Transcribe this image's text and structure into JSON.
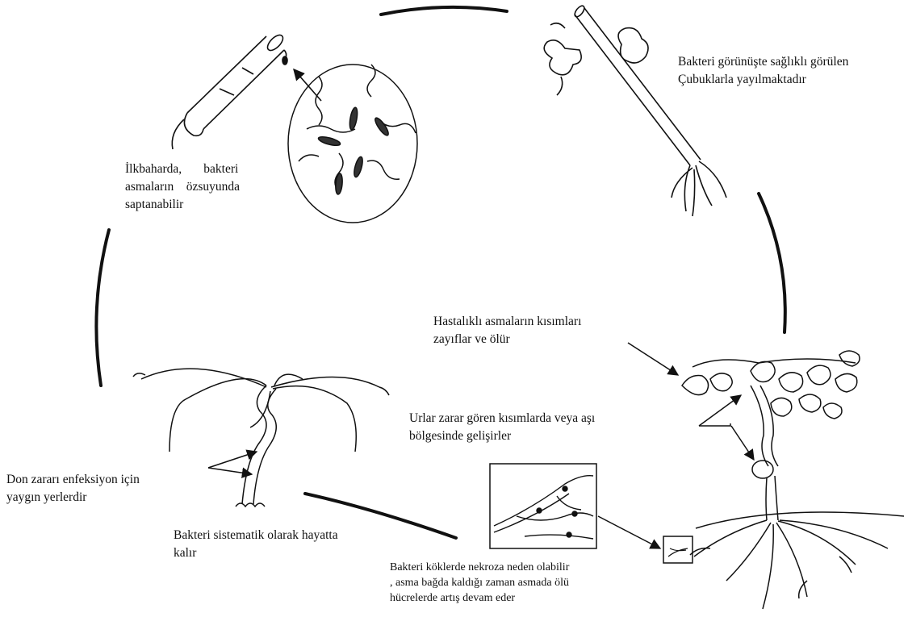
{
  "labels": {
    "spread": [
      "Bakteri görünüşte sağlıklı görülen",
      "Çubuklarla yayılmaktadır"
    ],
    "spring": [
      "İlkbaharda,       bakteri",
      "asmaların    özsuyunda",
      "saptanabilir"
    ],
    "weaken": [
      "Hastalıklı asmaların kısımları",
      "zayıflar ve ölür"
    ],
    "galls": [
      "Urlar zarar gören kısımlarda veya aşı",
      "bölgesinde gelişirler"
    ],
    "frost": [
      "Don zararı enfeksiyon için",
      "yaygın yerlerdir"
    ],
    "systemic": [
      "Bakteri sistematik olarak hayatta",
      "kalır"
    ],
    "necrosis": [
      "Bakteri köklerde nekroza neden olabilir",
      ", asma bağda kaldığı zaman asmada ölü",
      "hücrelerde artış devam eder"
    ]
  }
}
